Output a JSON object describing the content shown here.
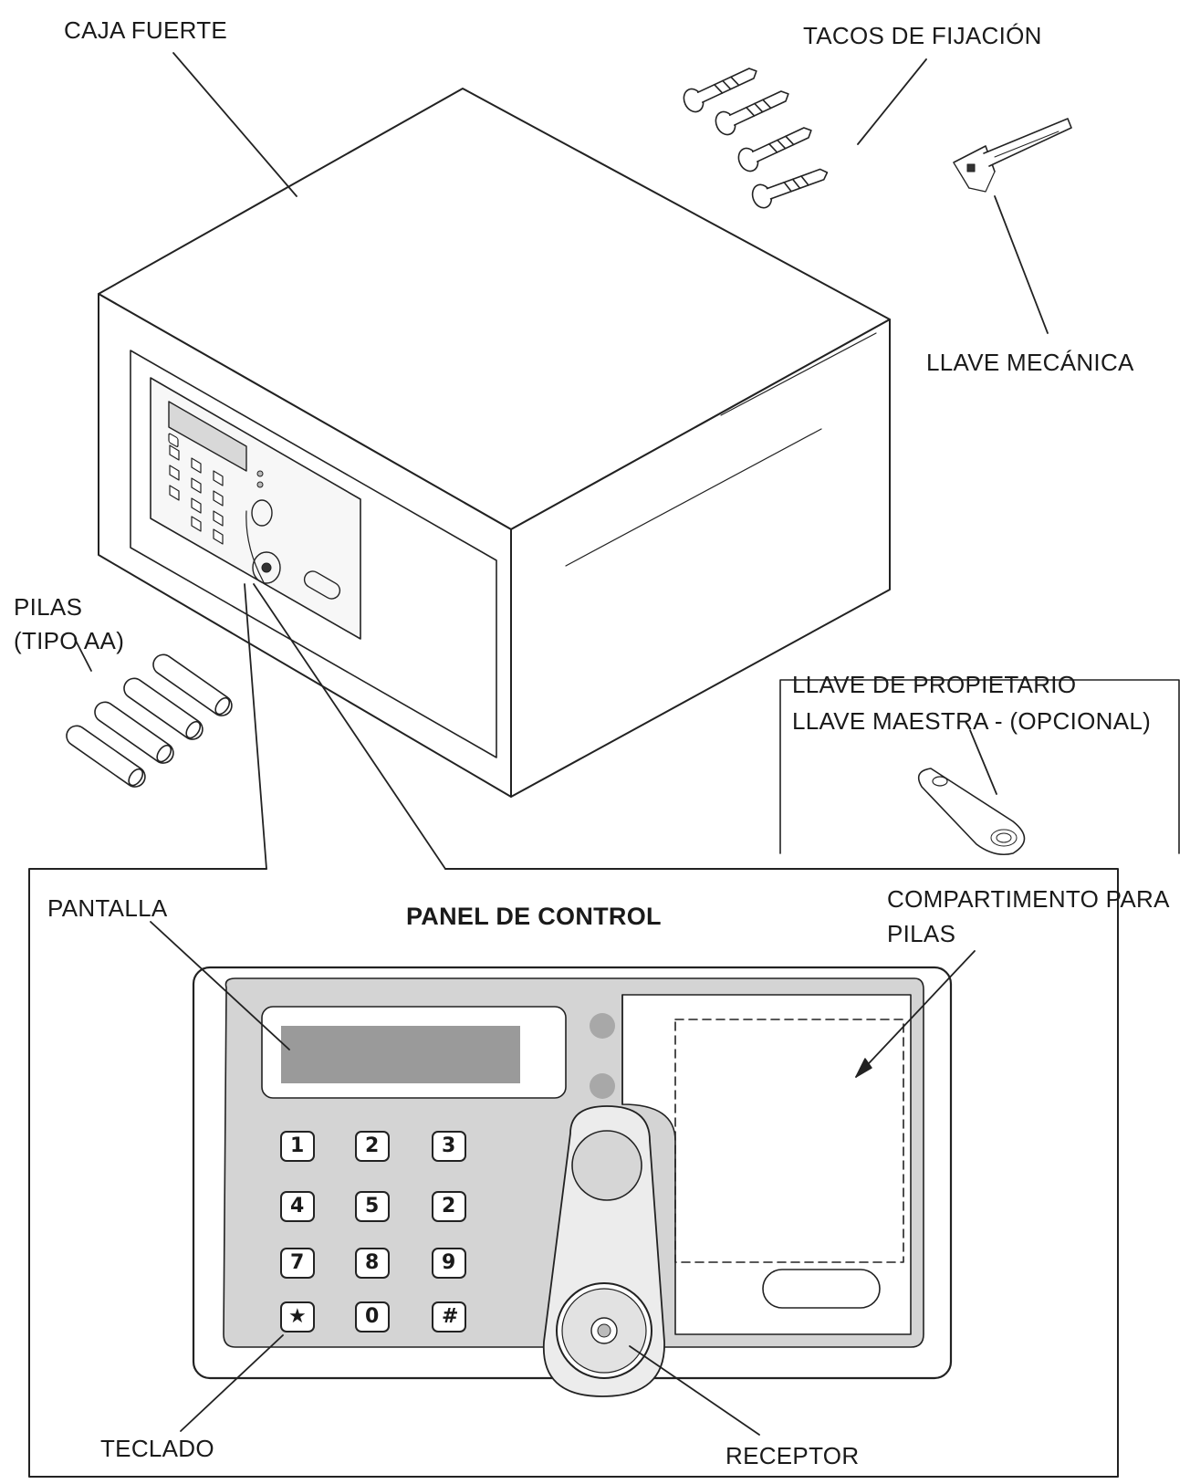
{
  "labels": {
    "caja_fuerte": "CAJA FUERTE",
    "tacos": "TACOS DE FIJACIÓN",
    "llave_mecanica": "LLAVE MECÁNICA",
    "pilas_1": "PILAS",
    "pilas_2": "(TIPO AA)",
    "llave_propietario": "LLAVE DE PROPIETARIO",
    "llave_maestra": "LLAVE MAESTRA - (OPCIONAL)",
    "pantalla": "PANTALLA",
    "panel_title": "PANEL DE CONTROL",
    "compartimento_1": "COMPARTIMENTO PARA",
    "compartimento_2": "PILAS",
    "teclado": "TECLADO",
    "receptor": "RECEPTOR"
  },
  "keypad": {
    "k1": "1",
    "k2": "2",
    "k3": "3",
    "k4": "4",
    "k5": "5",
    "k6": "2",
    "k7": "7",
    "k8": "8",
    "k9": "9",
    "kstar": "★",
    "k0": "0",
    "khash": "#"
  }
}
